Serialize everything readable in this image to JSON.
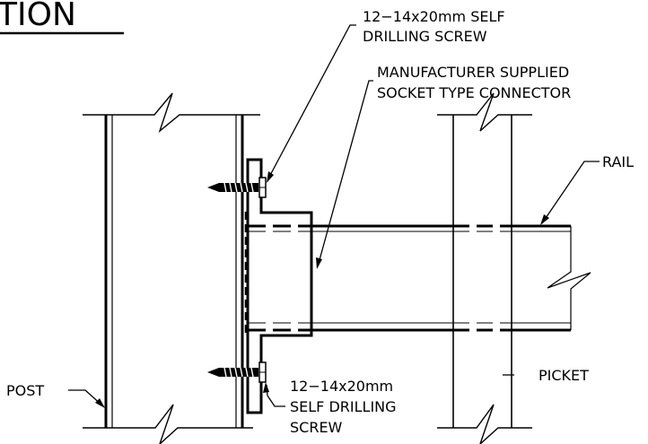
{
  "title": "TION",
  "labels": {
    "top_screw_line1": "12−14x20mm SELF",
    "top_screw_line2": "DRILLING SCREW",
    "connector_line1": "MANUFACTURER SUPPLIED",
    "connector_line2": "SOCKET TYPE CONNECTOR",
    "rail": "RAIL",
    "post": "POST",
    "picket": "PICKET",
    "bottom_screw_line1": "12−14x20mm",
    "bottom_screw_line2": "SELF DRILLING",
    "bottom_screw_line3": "SCREW"
  },
  "colors": {
    "ink": "#000000",
    "background": "#ffffff"
  }
}
